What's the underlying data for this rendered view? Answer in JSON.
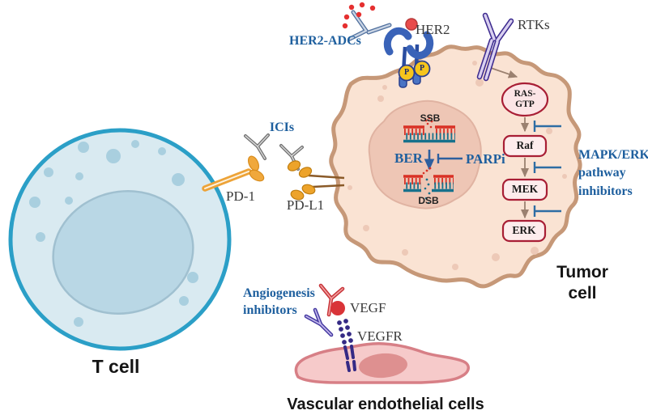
{
  "colors": {
    "label_blue": "#1e5f9e",
    "inhibitor_blue": "#2e6da4",
    "tumor_fill": "#fae3d3",
    "tumor_border": "#c69878",
    "tumor_nucleus": "#eec6b5",
    "tcell_fill": "#d9eaf1",
    "tcell_border": "#2b9fc7",
    "tcell_nucleus": "#b9d7e5",
    "dna_red": "#d93025",
    "dna_teal": "#17718c",
    "pathway_node_fill": "#fdecec",
    "pathway_node_border": "#a81e35",
    "pd1_yellow": "#f0a43c",
    "pdl1_orange": "#eda32a",
    "antibody_gray": "#6f6f6f",
    "her2_blue": "#3a63b8",
    "rtk_purple": "#3d2b8f",
    "vegf_red": "#d93438",
    "endothelial_fill": "#f6caca",
    "endothelial_border": "#d77f86"
  },
  "labels": {
    "her2_adcs": "HER2-ADCs",
    "her2": "HER2",
    "rtks": "RTKs",
    "icis": "ICIs",
    "pd1": "PD-1",
    "pdl1": "PD-L1",
    "ssb": "SSB",
    "ber": "BER",
    "parpi": "PARPi",
    "dsb": "DSB",
    "ras_gtp": "RAS-\nGTP",
    "raf": "Raf",
    "mek": "MEK",
    "erk": "ERK",
    "mapk_inhibitors": "MAPK/ERK\npathway\ninhibitors",
    "angiogenesis_inhibitors": "Angiogenesis\ninhibitors",
    "vegf": "VEGF",
    "vegfr": "VEGFR",
    "tumor_cell": "Tumor cell",
    "t_cell": "T cell",
    "vascular_endothelial_cells": "Vascular endothelial cells",
    "phospho_marker": "P"
  }
}
